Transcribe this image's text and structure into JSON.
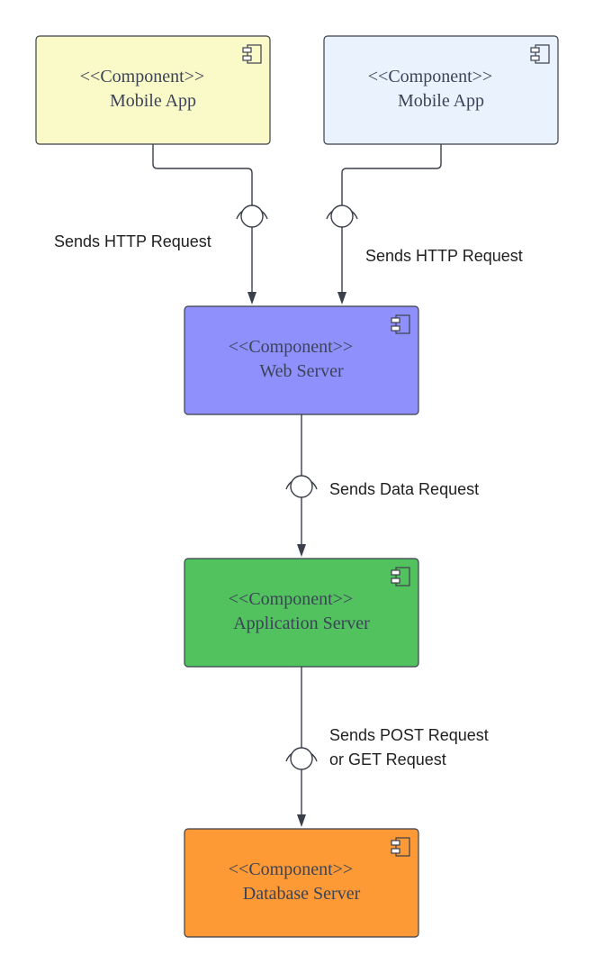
{
  "components": [
    {
      "id": "mobile-app-1",
      "stereotype": "<<Component>>",
      "name": "Mobile App",
      "fill": "#fafac8"
    },
    {
      "id": "mobile-app-2",
      "stereotype": "<<Component>>",
      "name": "Mobile App",
      "fill": "#eaf3fd"
    },
    {
      "id": "web-server",
      "stereotype": "<<Component>>",
      "name": "Web Server",
      "fill": "#9090fd"
    },
    {
      "id": "application-server",
      "stereotype": "<<Component>>",
      "name": "Application Server",
      "fill": "#52c25f"
    },
    {
      "id": "database-server",
      "stereotype": "<<Component>>",
      "name": "Database Server",
      "fill": "#fd9a35"
    }
  ],
  "connections": [
    {
      "from": "mobile-app-1",
      "to": "web-server",
      "label": [
        "Sends HTTP Request"
      ]
    },
    {
      "from": "mobile-app-2",
      "to": "web-server",
      "label": [
        "Sends HTTP Request"
      ]
    },
    {
      "from": "web-server",
      "to": "application-server",
      "label": [
        "Sends Data Request"
      ]
    },
    {
      "from": "application-server",
      "to": "database-server",
      "label": [
        "Sends POST Request",
        "or GET Request"
      ]
    }
  ]
}
